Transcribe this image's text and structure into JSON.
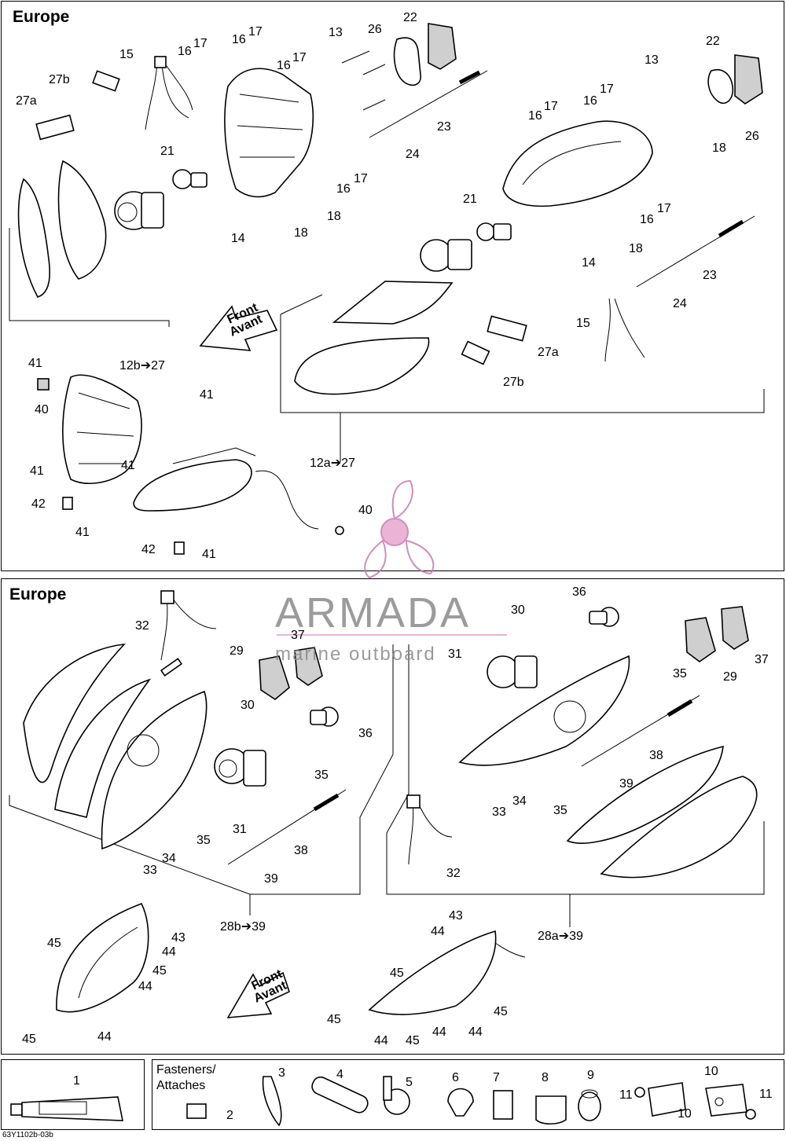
{
  "regions": {
    "top_title": "Europe",
    "bottom_title": "Europe"
  },
  "front_arrow": {
    "line1": "Front",
    "line2": "Avant"
  },
  "watermark": {
    "brand": "ARMADA",
    "tagline": "marine outboard"
  },
  "fasteners": {
    "title_line1": "Fasteners/",
    "title_line2": "Attaches"
  },
  "reference_code": "63Y1102b-03b",
  "labels": {
    "top": [
      {
        "id": "t15",
        "text": "15"
      },
      {
        "id": "t16a",
        "text": "16"
      },
      {
        "id": "t17a",
        "text": "17"
      },
      {
        "id": "t16b",
        "text": "16"
      },
      {
        "id": "t17b",
        "text": "17"
      },
      {
        "id": "t13a",
        "text": "13"
      },
      {
        "id": "t26a",
        "text": "26"
      },
      {
        "id": "t22a",
        "text": "22"
      },
      {
        "id": "t27b_a",
        "text": "27b"
      },
      {
        "id": "t16c",
        "text": "16"
      },
      {
        "id": "t17c",
        "text": "17"
      },
      {
        "id": "t27a_a",
        "text": "27a"
      },
      {
        "id": "t23a",
        "text": "23"
      },
      {
        "id": "t24a",
        "text": "24"
      },
      {
        "id": "t21a",
        "text": "21"
      },
      {
        "id": "t17d",
        "text": "17"
      },
      {
        "id": "t16d",
        "text": "16"
      },
      {
        "id": "t18a",
        "text": "18"
      },
      {
        "id": "t18b",
        "text": "18"
      },
      {
        "id": "t14a",
        "text": "14"
      },
      {
        "id": "t22b",
        "text": "22"
      },
      {
        "id": "t13b",
        "text": "13"
      },
      {
        "id": "t17e",
        "text": "17"
      },
      {
        "id": "t16e",
        "text": "16"
      },
      {
        "id": "t17f",
        "text": "17"
      },
      {
        "id": "t16f",
        "text": "16"
      },
      {
        "id": "t26b",
        "text": "26"
      },
      {
        "id": "t18c",
        "text": "18"
      },
      {
        "id": "t21b",
        "text": "21"
      },
      {
        "id": "t16g",
        "text": "16"
      },
      {
        "id": "t17g",
        "text": "17"
      },
      {
        "id": "t18d",
        "text": "18"
      },
      {
        "id": "t14b",
        "text": "14"
      },
      {
        "id": "t23b",
        "text": "23"
      },
      {
        "id": "t24b",
        "text": "24"
      },
      {
        "id": "t15b",
        "text": "15"
      },
      {
        "id": "t27a_b",
        "text": "27a"
      },
      {
        "id": "t27b_b",
        "text": "27b"
      },
      {
        "id": "t41a",
        "text": "41"
      },
      {
        "id": "t12b",
        "text": "12b➔27"
      },
      {
        "id": "t40a",
        "text": "40"
      },
      {
        "id": "t41b",
        "text": "41"
      },
      {
        "id": "t41c",
        "text": "41"
      },
      {
        "id": "t41d",
        "text": "41"
      },
      {
        "id": "t12a",
        "text": "12a➔27"
      },
      {
        "id": "t42a",
        "text": "42"
      },
      {
        "id": "t41e",
        "text": "41"
      },
      {
        "id": "t40b",
        "text": "40"
      },
      {
        "id": "t42b",
        "text": "42"
      },
      {
        "id": "t41f",
        "text": "41"
      }
    ],
    "bottom": [
      {
        "id": "b32a",
        "text": "32"
      },
      {
        "id": "b37a",
        "text": "37"
      },
      {
        "id": "b29a",
        "text": "29"
      },
      {
        "id": "b30a",
        "text": "30"
      },
      {
        "id": "b36a",
        "text": "36"
      },
      {
        "id": "b35a",
        "text": "35"
      },
      {
        "id": "b31a",
        "text": "31"
      },
      {
        "id": "b35b",
        "text": "35"
      },
      {
        "id": "b34a",
        "text": "34"
      },
      {
        "id": "b33a",
        "text": "33"
      },
      {
        "id": "b38a",
        "text": "38"
      },
      {
        "id": "b39a",
        "text": "39"
      },
      {
        "id": "b36b",
        "text": "36"
      },
      {
        "id": "b30b",
        "text": "30"
      },
      {
        "id": "b31b",
        "text": "31"
      },
      {
        "id": "b37b",
        "text": "37"
      },
      {
        "id": "b35c",
        "text": "35"
      },
      {
        "id": "b29b",
        "text": "29"
      },
      {
        "id": "b38b",
        "text": "38"
      },
      {
        "id": "b39b",
        "text": "39"
      },
      {
        "id": "b33b",
        "text": "33"
      },
      {
        "id": "b34b",
        "text": "34"
      },
      {
        "id": "b35d",
        "text": "35"
      },
      {
        "id": "b32b",
        "text": "32"
      },
      {
        "id": "b28b",
        "text": "28b➔39"
      },
      {
        "id": "b28a",
        "text": "28a➔39"
      },
      {
        "id": "b45a",
        "text": "45"
      },
      {
        "id": "b43a",
        "text": "43"
      },
      {
        "id": "b44a",
        "text": "44"
      },
      {
        "id": "b45b",
        "text": "45"
      },
      {
        "id": "b44b",
        "text": "44"
      },
      {
        "id": "b45c",
        "text": "45"
      },
      {
        "id": "b44c",
        "text": "44"
      },
      {
        "id": "b43b",
        "text": "43"
      },
      {
        "id": "b44d",
        "text": "44"
      },
      {
        "id": "b45d",
        "text": "45"
      },
      {
        "id": "b45e",
        "text": "45"
      },
      {
        "id": "b45f",
        "text": "45"
      },
      {
        "id": "b44e",
        "text": "44"
      },
      {
        "id": "b45g",
        "text": "45"
      },
      {
        "id": "b44f",
        "text": "44"
      },
      {
        "id": "b44g",
        "text": "44"
      }
    ],
    "legend": [
      {
        "id": "l1",
        "text": "1"
      },
      {
        "id": "l2",
        "text": "2"
      },
      {
        "id": "l3",
        "text": "3"
      },
      {
        "id": "l4",
        "text": "4"
      },
      {
        "id": "l5",
        "text": "5"
      },
      {
        "id": "l6",
        "text": "6"
      },
      {
        "id": "l7",
        "text": "7"
      },
      {
        "id": "l8",
        "text": "8"
      },
      {
        "id": "l9",
        "text": "9"
      },
      {
        "id": "l10a",
        "text": "10"
      },
      {
        "id": "l11a",
        "text": "11"
      },
      {
        "id": "l10b",
        "text": "10"
      },
      {
        "id": "l11b",
        "text": "11"
      }
    ]
  }
}
